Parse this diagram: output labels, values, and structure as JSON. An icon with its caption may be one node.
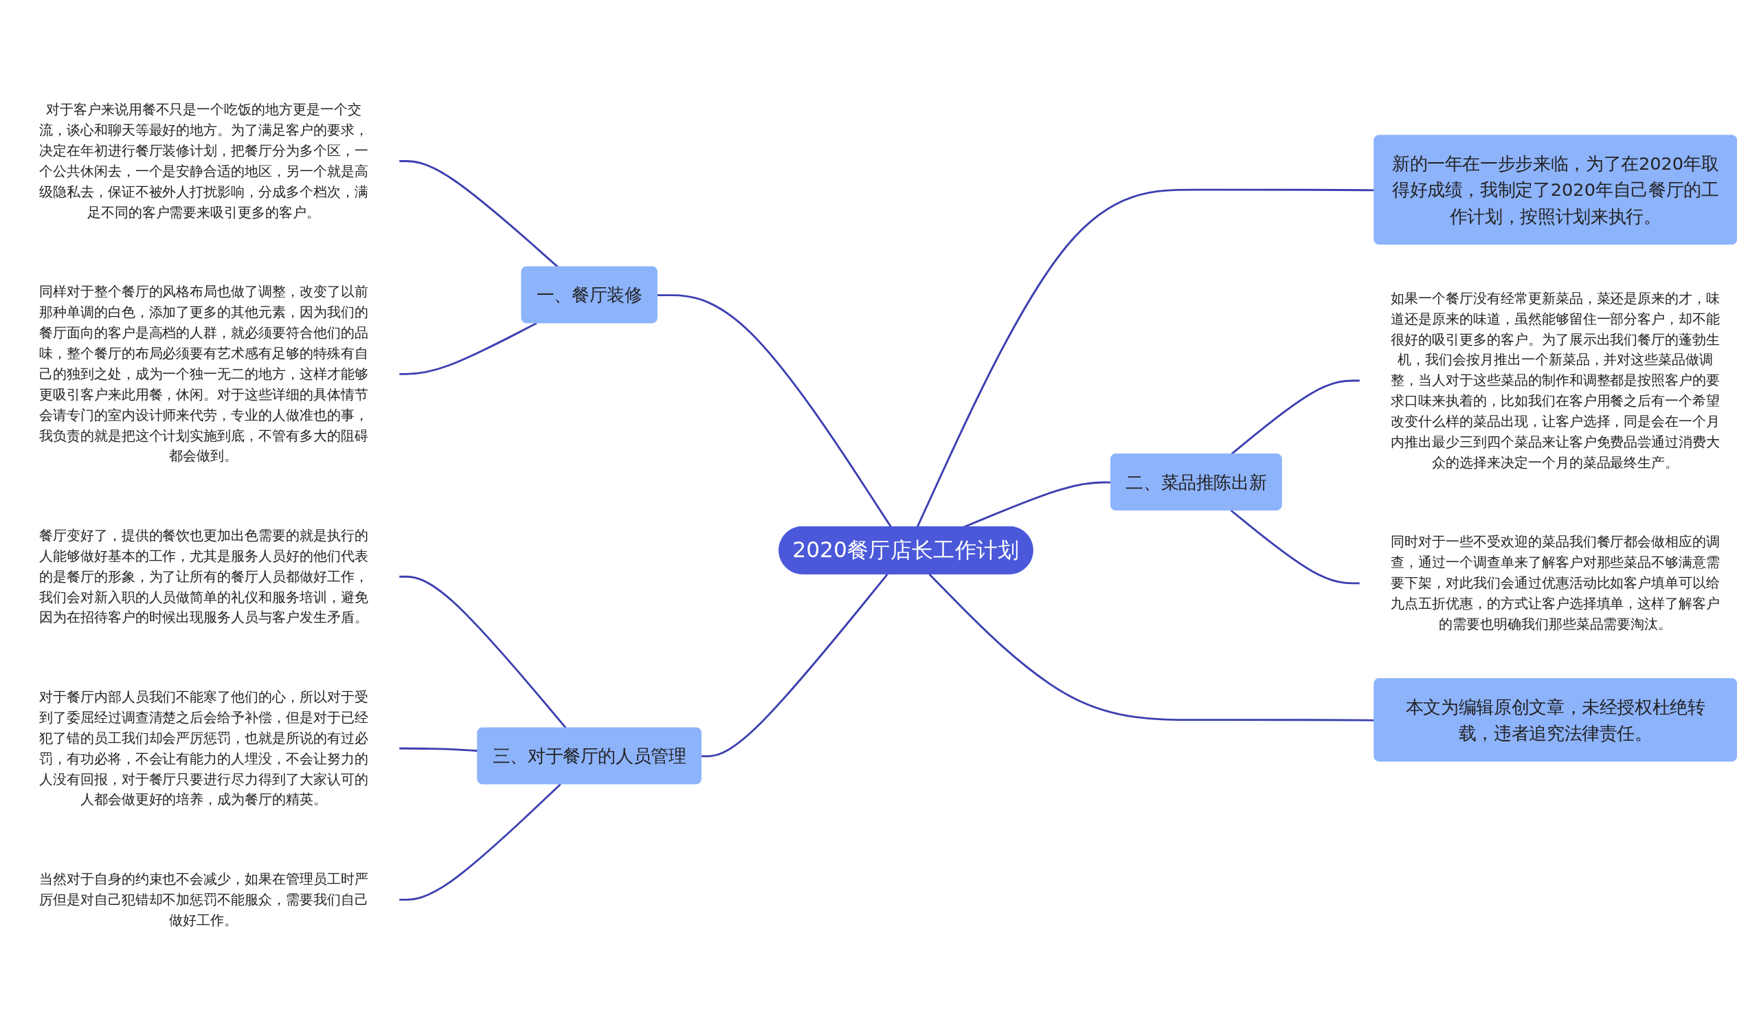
{
  "diagram": {
    "nodes": [
      {
        "text": [
          "2020餐厅店长工作计划"
        ]
      },
      {
        "text": [
          "新的一年在一步步来临，为了在2020年取得好成绩，我制定了2020年自己餐厅的工作计划，按照计划来执行。"
        ]
      },
      {
        "text": [
          "一、餐厅装修"
        ]
      },
      {
        "text": [
          "对于客户来说用餐不只是一个吃饭的地方更是一个交流，谈心和聊天等最好的地方。为了满足客户的要求，决定在年初进行餐厅装修计划，把餐厅分为多个区，一个公共休闲去，一个是安静合适的地区，另一个就是高级隐私去，保证不被外人打扰影响，分成多个档次，满足不同的客户需要来吸引更多的客户。"
        ]
      },
      {
        "text": [
          "同样对于整个餐厅的风格布局也做了调整，改变了以前那种单调的白色，添加了更多的其他元素，因为我们的餐厅面向的客户是高档的人群，就必须要符合他们的品味，整个餐厅的布局必须要有艺术感有足够的特殊有自己的独到之处，成为一个独一无二的地方，这样才能够更吸引客户来此用餐，休闲。对于这些详细的具体情节会请专门的室内设计师来代劳，专业的人做准也的事，我负责的就是把这个计划实施到底，不管有多大的阻碍都会做到。"
        ]
      },
      {
        "text": [
          "二、菜品推陈出新"
        ]
      },
      {
        "text": [
          "如果一个餐厅没有经常更新菜品，菜还是原来的才，味道还是原来的味道，虽然能够留住一部分客户，却不能很好的吸引更多的客户。为了展示出我们餐厅的蓬勃生机，我们会按月推出一个新菜品，并对这些菜品做调整，当人对于这些菜品的制作和调整都是按照客户的要求口味来执着的，比如我们在客户用餐之后有一个希望改变什么样的菜品出现，让客户选择，同是会在一个月内推出最少三到四个菜品来让客户免费品尝通过消费大众的选择来决定一个月的菜品最终生产。"
        ]
      },
      {
        "text": [
          "同时对于一些不受欢迎的菜品我们餐厅都会做相应的调查，通过一个调查单来了解客户对那些菜品不够满意需要下架，对此我们会通过优惠活动比如客户填单可以给九点五折优惠，的方式让客户选择填单，这样了解客户的需要也明确我们那些菜品需要淘汰。"
        ]
      },
      {
        "text": [
          "三、对于餐厅的人员管理"
        ]
      },
      {
        "text": [
          "餐厅变好了，提供的餐饮也更加出色需要的就是执行的人能够做好基本的工作，尤其是服务人员好的他们代表的是餐厅的形象，为了让所有的餐厅人员都做好工作，我们会对新入职的人员做简单的礼仪和服务培训，避免因为在招待客户的时候出现服务人员与客户发生矛盾。"
        ]
      },
      {
        "text": [
          "对于餐厅内部人员我们不能寒了他们的心，所以对于受到了委屈经过调查清楚之后会给予补偿，但是对于已经犯了错的员工我们却会严厉惩罚，也就是所说的有过必罚，有功必将，不会让有能力的人埋没，不会让努力的人没有回报，对于餐厅只要进行尽力得到了大家认可的人都会做更好的培养，成为餐厅的精英。"
        ]
      },
      {
        "text": [
          "当然对于自身的约束也不会减少，如果在管理员工时严厉但是对自己犯错却不加惩罚不能服众，需要我们自己做好工作。"
        ]
      },
      {
        "text": [
          "本文为编辑原创文章，未经授权杜绝转载，违者追究法律责任。"
        ]
      }
    ],
    "edges": [
      {
        "from": 0,
        "to": 1,
        "arrow": "none"
      },
      {
        "from": 2,
        "to": 0,
        "arrow": "none"
      },
      {
        "from": 3,
        "to": 2,
        "arrow": "none"
      },
      {
        "from": 4,
        "to": 2,
        "arrow": "none"
      },
      {
        "from": 0,
        "to": 5,
        "arrow": "none"
      },
      {
        "from": 5,
        "to": 6,
        "arrow": "none"
      },
      {
        "from": 5,
        "to": 7,
        "arrow": "none"
      },
      {
        "from": 8,
        "to": 0,
        "arrow": "none"
      },
      {
        "from": 9,
        "to": 8,
        "arrow": "none"
      },
      {
        "from": 10,
        "to": 8,
        "arrow": "none"
      },
      {
        "from": 11,
        "to": 8,
        "arrow": "none"
      },
      {
        "from": 0,
        "to": 12,
        "arrow": "none"
      }
    ]
  }
}
